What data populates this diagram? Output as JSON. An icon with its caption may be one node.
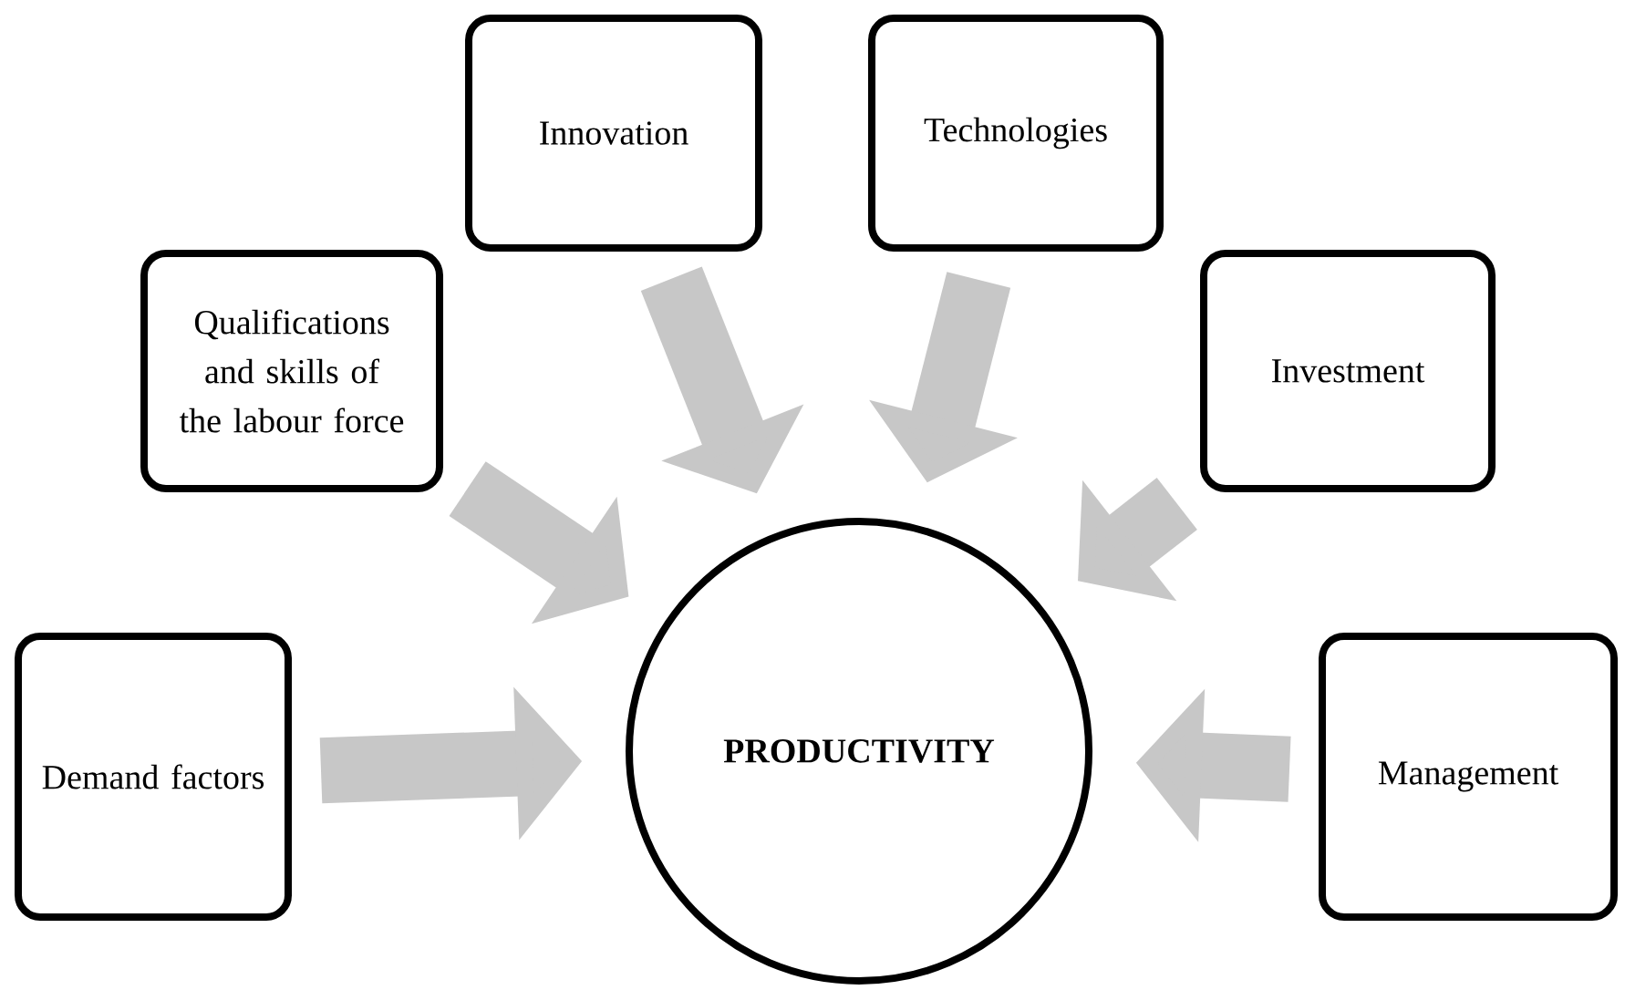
{
  "diagram": {
    "nodes": [
      {
        "text": [
          "Demand factors"
        ]
      },
      {
        "text": [
          "Qualifications and skills of the labour force"
        ]
      },
      {
        "text": [
          "Innovation"
        ]
      },
      {
        "text": [
          "Technologies"
        ]
      },
      {
        "text": [
          "Investment"
        ]
      },
      {
        "text": [
          "Management"
        ]
      },
      {
        "text": [
          "**PRODUCTIVITY**"
        ]
      }
    ],
    "edges": [
      {
        "from": 0,
        "to": 6,
        "arrow": "to"
      },
      {
        "from": 1,
        "to": 6,
        "arrow": "to"
      },
      {
        "from": 2,
        "to": 6,
        "arrow": "to"
      },
      {
        "from": 3,
        "to": 6,
        "arrow": "to"
      },
      {
        "from": 4,
        "to": 6,
        "arrow": "to"
      },
      {
        "from": 5,
        "to": 6,
        "arrow": "to"
      }
    ]
  }
}
